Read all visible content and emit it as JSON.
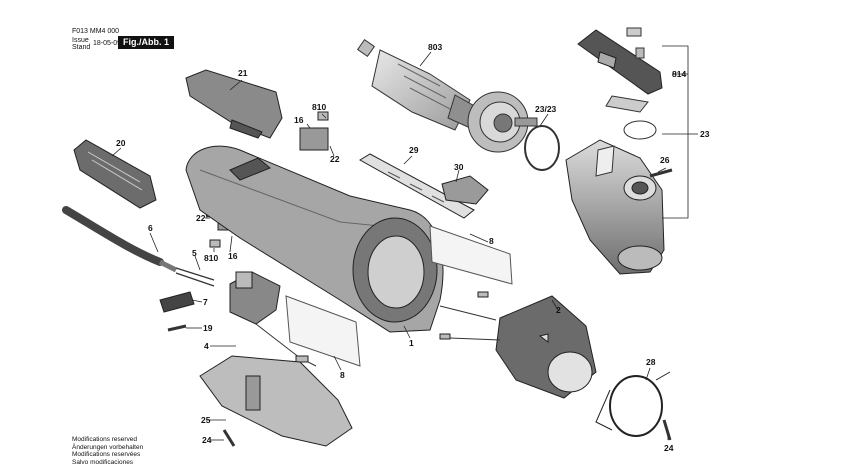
{
  "header": {
    "doc_code": "F013 MM4 000",
    "issue_label_1": "Issue",
    "issue_label_2": "Stand",
    "date": "18-05-09",
    "fig_label": "Fig./Abb. 1"
  },
  "notes": [
    "Modifications reserved",
    "Änderungen vorbehalten",
    "Modifications reservées",
    "Salvo modificaciones"
  ],
  "callouts": {
    "p803": "803",
    "p814": "814",
    "p23_23": "23/23",
    "p23": "23",
    "p26": "26",
    "p21": "21",
    "p810a": "810",
    "p16a": "16",
    "p22a": "22",
    "p20": "20",
    "p29": "29",
    "p30": "30",
    "p8a": "8",
    "p22b": "22",
    "p16b": "16",
    "p810b": "810",
    "p6": "6",
    "p5": "5",
    "p7": "7",
    "p19": "19",
    "p4": "4",
    "p8b": "8",
    "p1": "1",
    "p2": "2",
    "p28": "28",
    "p25": "25",
    "p24a": "24",
    "p24b": "24"
  }
}
